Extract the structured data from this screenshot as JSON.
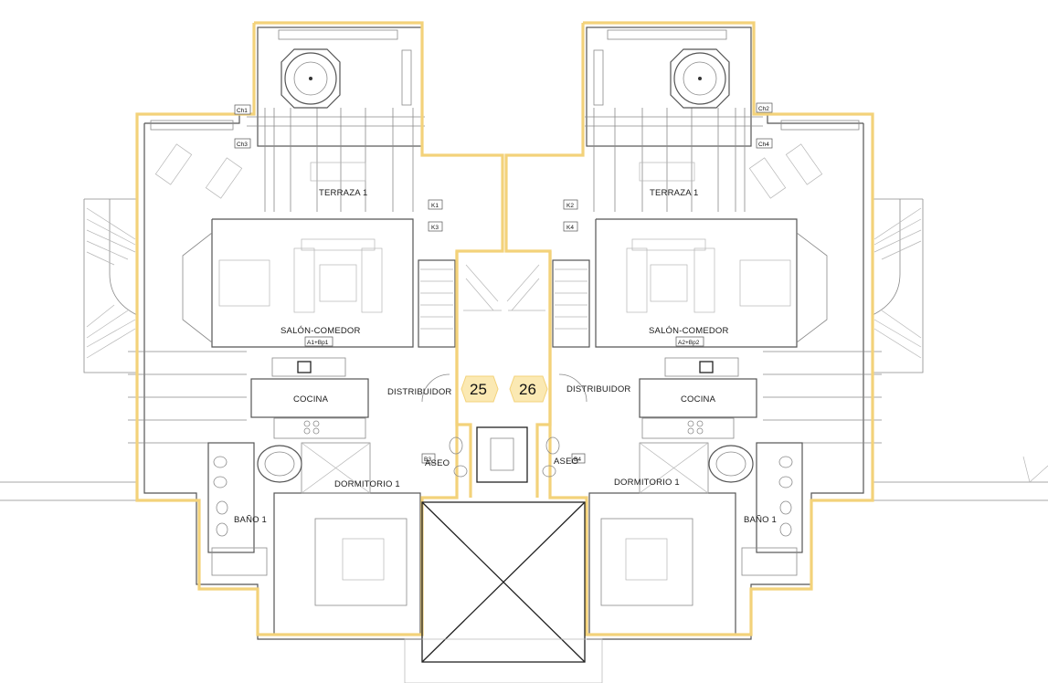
{
  "units": [
    "25",
    "26"
  ],
  "rooms": {
    "terraza_left": "TERRAZA 1",
    "terraza_right": "TERRAZA 1",
    "salon_left": "SALÓN-COMEDOR",
    "salon_right": "SALÓN-COMEDOR",
    "cocina_left": "COCINA",
    "cocina_right": "COCINA",
    "distribuidor_left": "DISTRIBUIDOR",
    "distribuidor_right": "DISTRIBUIDOR",
    "aseo_left": "ASEO",
    "aseo_right": "ASEO",
    "dormitorio_left": "DORMITORIO 1",
    "dormitorio_right": "DORMITORIO 1",
    "bano_left": "BAÑO 1",
    "bano_right": "BAÑO 1"
  },
  "tags": {
    "ch1": "Ch1",
    "ch2": "Ch2",
    "ch3": "Ch3",
    "ch4": "Ch4",
    "k1": "K1",
    "k2": "K2",
    "k3": "K3",
    "k4": "K4",
    "salon_left_id": "A1+Bp1",
    "salon_right_id": "A2+Bp2",
    "b3": "B3",
    "b4": "B4"
  },
  "colors": {
    "unit_outline": "#f3d27a",
    "unit_badge": "#fbe9b3"
  }
}
